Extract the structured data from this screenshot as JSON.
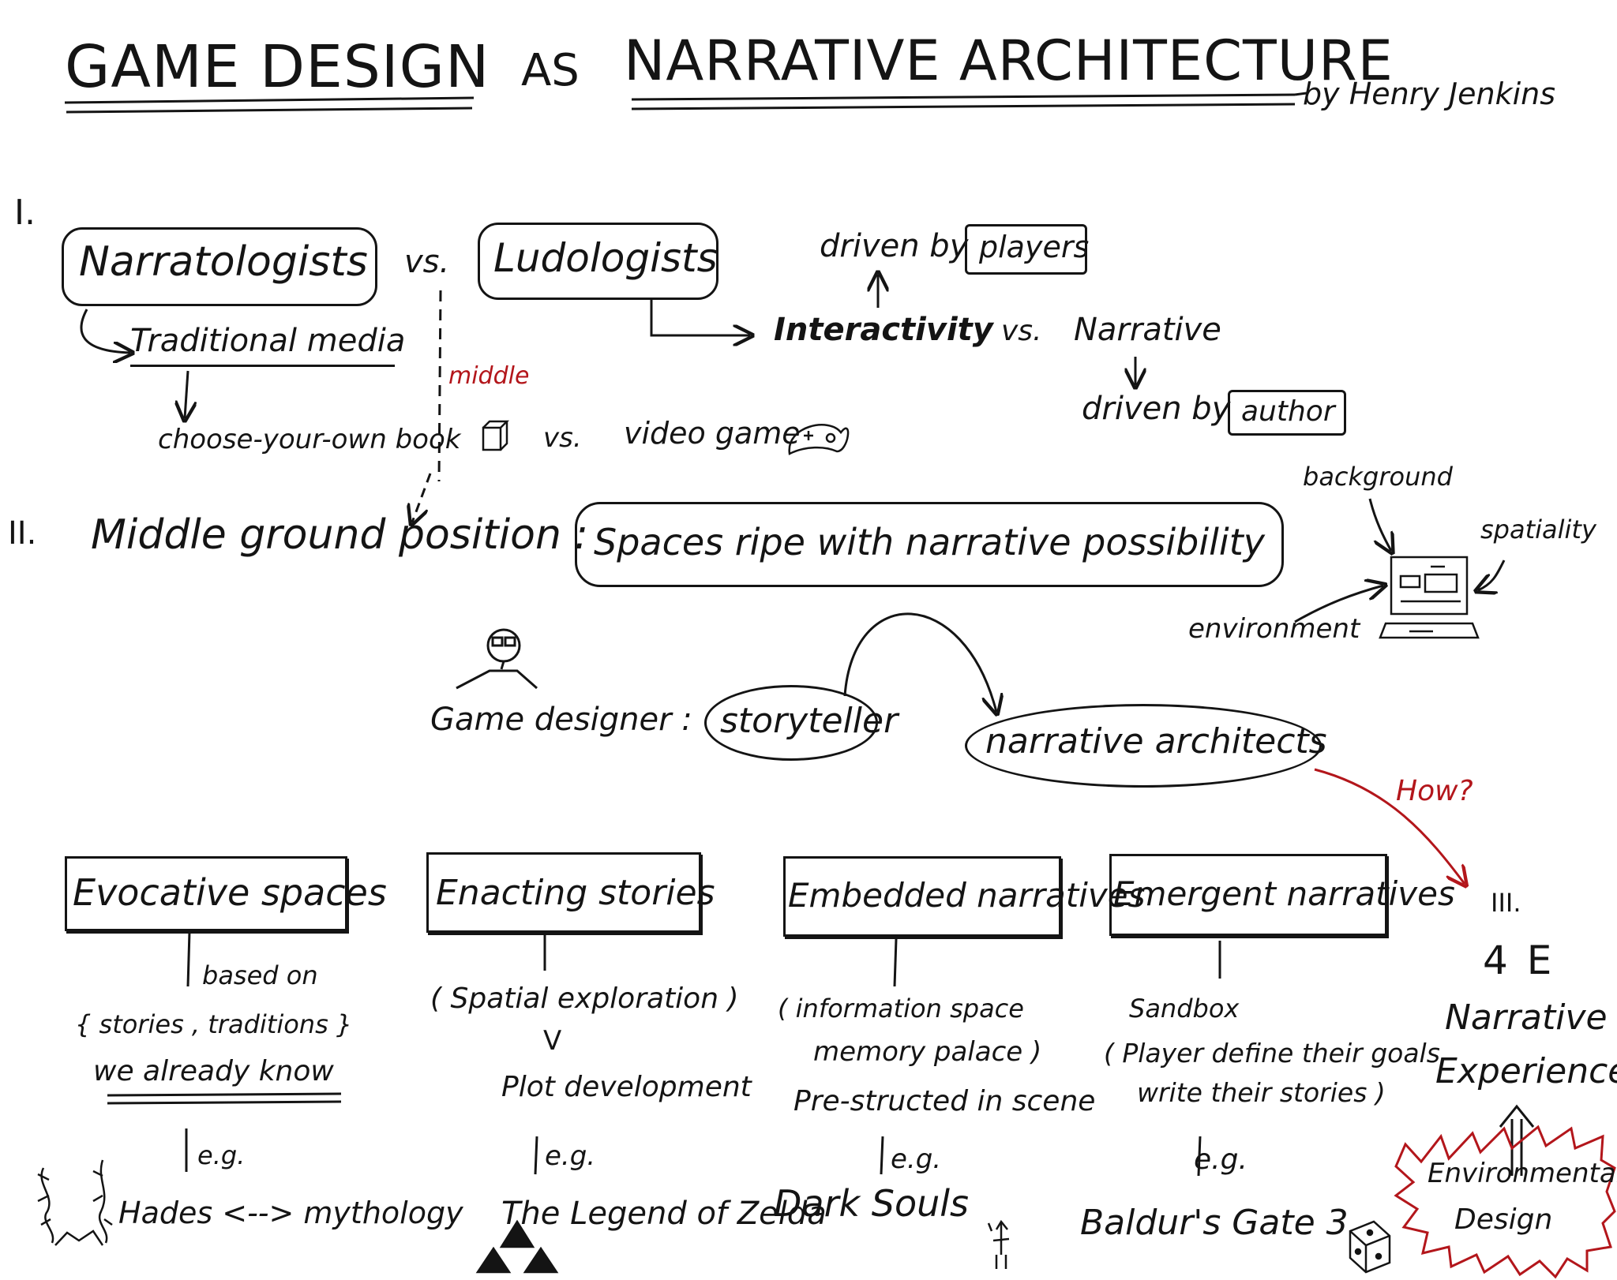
{
  "title": {
    "part1": "GAME DESIGN",
    "part2": "AS",
    "part3": "NARRATIVE ARCHITECTURE",
    "author": "by Henry Jenkins"
  },
  "section1": {
    "numeral": "I.",
    "narratologists": "Narratologists",
    "vs1": "vs.",
    "ludologists": "Ludologists",
    "traditional_media": "Traditional media",
    "middle": "middle",
    "choose_your_own_book": "choose-your-own book",
    "vs2": "vs.",
    "video_game": "video game",
    "driven_by_1": "driven by",
    "players": "players",
    "interactivity": "Interactivity",
    "vs3": "vs.",
    "narrative": "Narrative",
    "driven_by_2": "driven by",
    "author": "author"
  },
  "section2": {
    "numeral": "II.",
    "heading": "Middle ground position :",
    "spaces": "Spaces ripe with narrative possibility",
    "background": "background",
    "spatiality": "spatiality",
    "environment": "environment",
    "game_designer": "Game designer :",
    "storyteller": "storyteller",
    "narrative_architects": "narrative architects",
    "how": "How?"
  },
  "section3": {
    "numeral": "III.",
    "four_e": "4 E",
    "narrative_experience_1": "Narrative",
    "narrative_experience_2": "Experience",
    "environmental_1": "Environmental",
    "environmental_2": "Design"
  },
  "categories": [
    {
      "title": "Evocative spaces",
      "note_1": "based on",
      "note_2": "{ stories , traditions }",
      "note_3": "we already know",
      "eg": "e.g.",
      "example": "Hades <--> mythology"
    },
    {
      "title": "Enacting stories",
      "note_1": "( Spatial exploration )",
      "note_2": "V",
      "note_3": "Plot development",
      "eg": "e.g.",
      "example": "The Legend of Zelda"
    },
    {
      "title": "Embedded narratives",
      "note_1": "( information space",
      "note_2": "memory palace )",
      "note_3": "Pre-structed in scene",
      "eg": "e.g.",
      "example": "Dark Souls"
    },
    {
      "title": "Emergent narratives",
      "note_1": "Sandbox",
      "note_2": "( Player define their goals",
      "note_3": "write their stories )",
      "eg": "e.g.",
      "example": "Baldur's Gate 3"
    }
  ],
  "icons": {
    "book": "book-icon",
    "gamepad": "gamepad-icon",
    "computer": "computer-icon",
    "person": "person-icon",
    "plant": "plant-icon",
    "triforce": "triforce-icon",
    "knight": "knight-icon",
    "dice": "dice-icon"
  },
  "colors": {
    "ink": "#141414",
    "red": "#b3161b"
  }
}
